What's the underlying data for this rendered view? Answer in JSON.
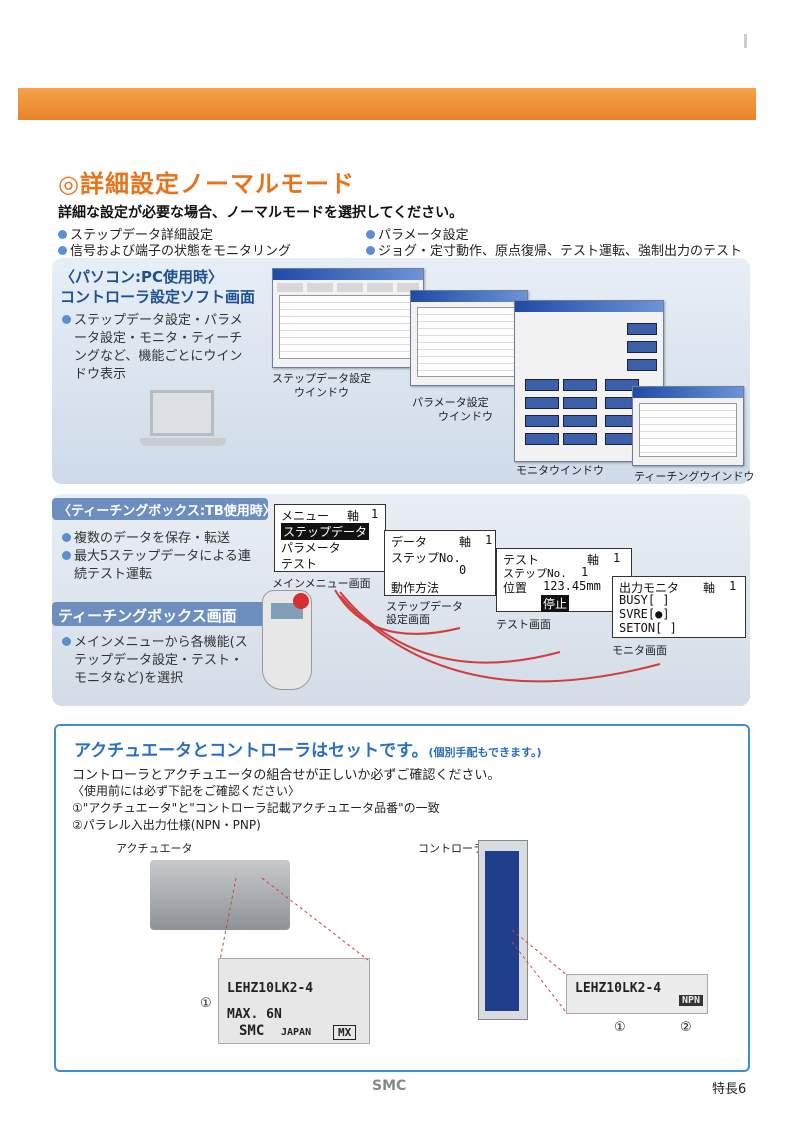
{
  "section": {
    "title": "◎詳細設定ノーマルモード",
    "lead": "詳細な設定が必要な場合、ノーマルモードを選択してください。",
    "bullets_left": [
      "ステップデータ詳細設定",
      "信号および端子の状態をモニタリング"
    ],
    "bullets_right": [
      "パラメータ設定",
      "ジョグ・定寸動作、原点復帰、テスト運転、強制出力のテスト"
    ]
  },
  "pc_panel": {
    "head1": "〈パソコン:PC使用時〉",
    "head2": "コントローラ設定ソフト画面",
    "desc": [
      "ステップデータ設定・パラメ",
      "ータ設定・モニタ・ティーチ",
      "ングなど、機能ごとにウイン",
      "ドウ表示"
    ],
    "captions": {
      "step": [
        "ステップデータ設定",
        "ウインドウ"
      ],
      "param": [
        "パラメータ設定",
        "ウインドウ"
      ],
      "monitor": "モニタウインドウ",
      "teaching": "ティーチングウインドウ"
    }
  },
  "tb_panel": {
    "head1": "〈ティーチングボックス:TB使用時〉",
    "bullets": [
      "複数のデータを保存・転送",
      "最大5ステップデータによる連",
      "続テスト運転"
    ],
    "head2": "ティーチングボックス画面",
    "bullets2": [
      "メインメニューから各機能(ス",
      "テップデータ設定・テスト・",
      "モニタなど)を選択"
    ],
    "menu": {
      "title": "メニュー",
      "axis": "軸",
      "axis_no": "1",
      "items": [
        "ステップデータ",
        "パラメータ",
        "テスト"
      ],
      "caption": "メインメニュー画面"
    },
    "data": {
      "title": "データ",
      "axis": "軸",
      "axis_no": "1",
      "step_label": "ステップNo.",
      "step_value": "0",
      "mode_label": "動作方法",
      "caption": [
        "ステップデータ",
        "設定画面"
      ]
    },
    "test": {
      "title": "テスト",
      "axis": "軸",
      "axis_no": "1",
      "step_label": "ステップNo.",
      "step_value": "1",
      "pos_label": "位置",
      "pos_value": "123.45mm",
      "stop": "停止",
      "caption": "テスト画面"
    },
    "monitor": {
      "title": "出力モニタ",
      "axis": "軸",
      "axis_no": "1",
      "items": [
        "BUSY[ ]",
        "SVRE[●]",
        "SETON[ ]"
      ],
      "caption": "モニタ画面"
    }
  },
  "set_box": {
    "title": "アクチュエータとコントローラはセットです。",
    "title_note": "(個別手配もできます。)",
    "line1": "コントローラとアクチュエータの組合せが正しいか必ずご確認ください。",
    "line2": "〈使用前には必ず下記をご確認ください〉",
    "line3": "①\"アクチュエータ\"と\"コントローラ記載アクチュエータ品番\"の一致",
    "line4": "②パラレル入出力仕様(NPN・PNP)",
    "actuator_label": "アクチュエータ",
    "controller_label": "コントローラ",
    "actuator_part": "LEHZ10LK2-4",
    "actuator_max": "MAX.  6N",
    "actuator_brand": "SMC",
    "actuator_japan": "JAPAN",
    "actuator_mx": "MX",
    "controller_part": "LEHZ10LK2-4",
    "controller_npn": "NPN",
    "marker1": "①",
    "marker2": "②"
  },
  "footer": {
    "logo": "SMC",
    "page": "特長6"
  }
}
